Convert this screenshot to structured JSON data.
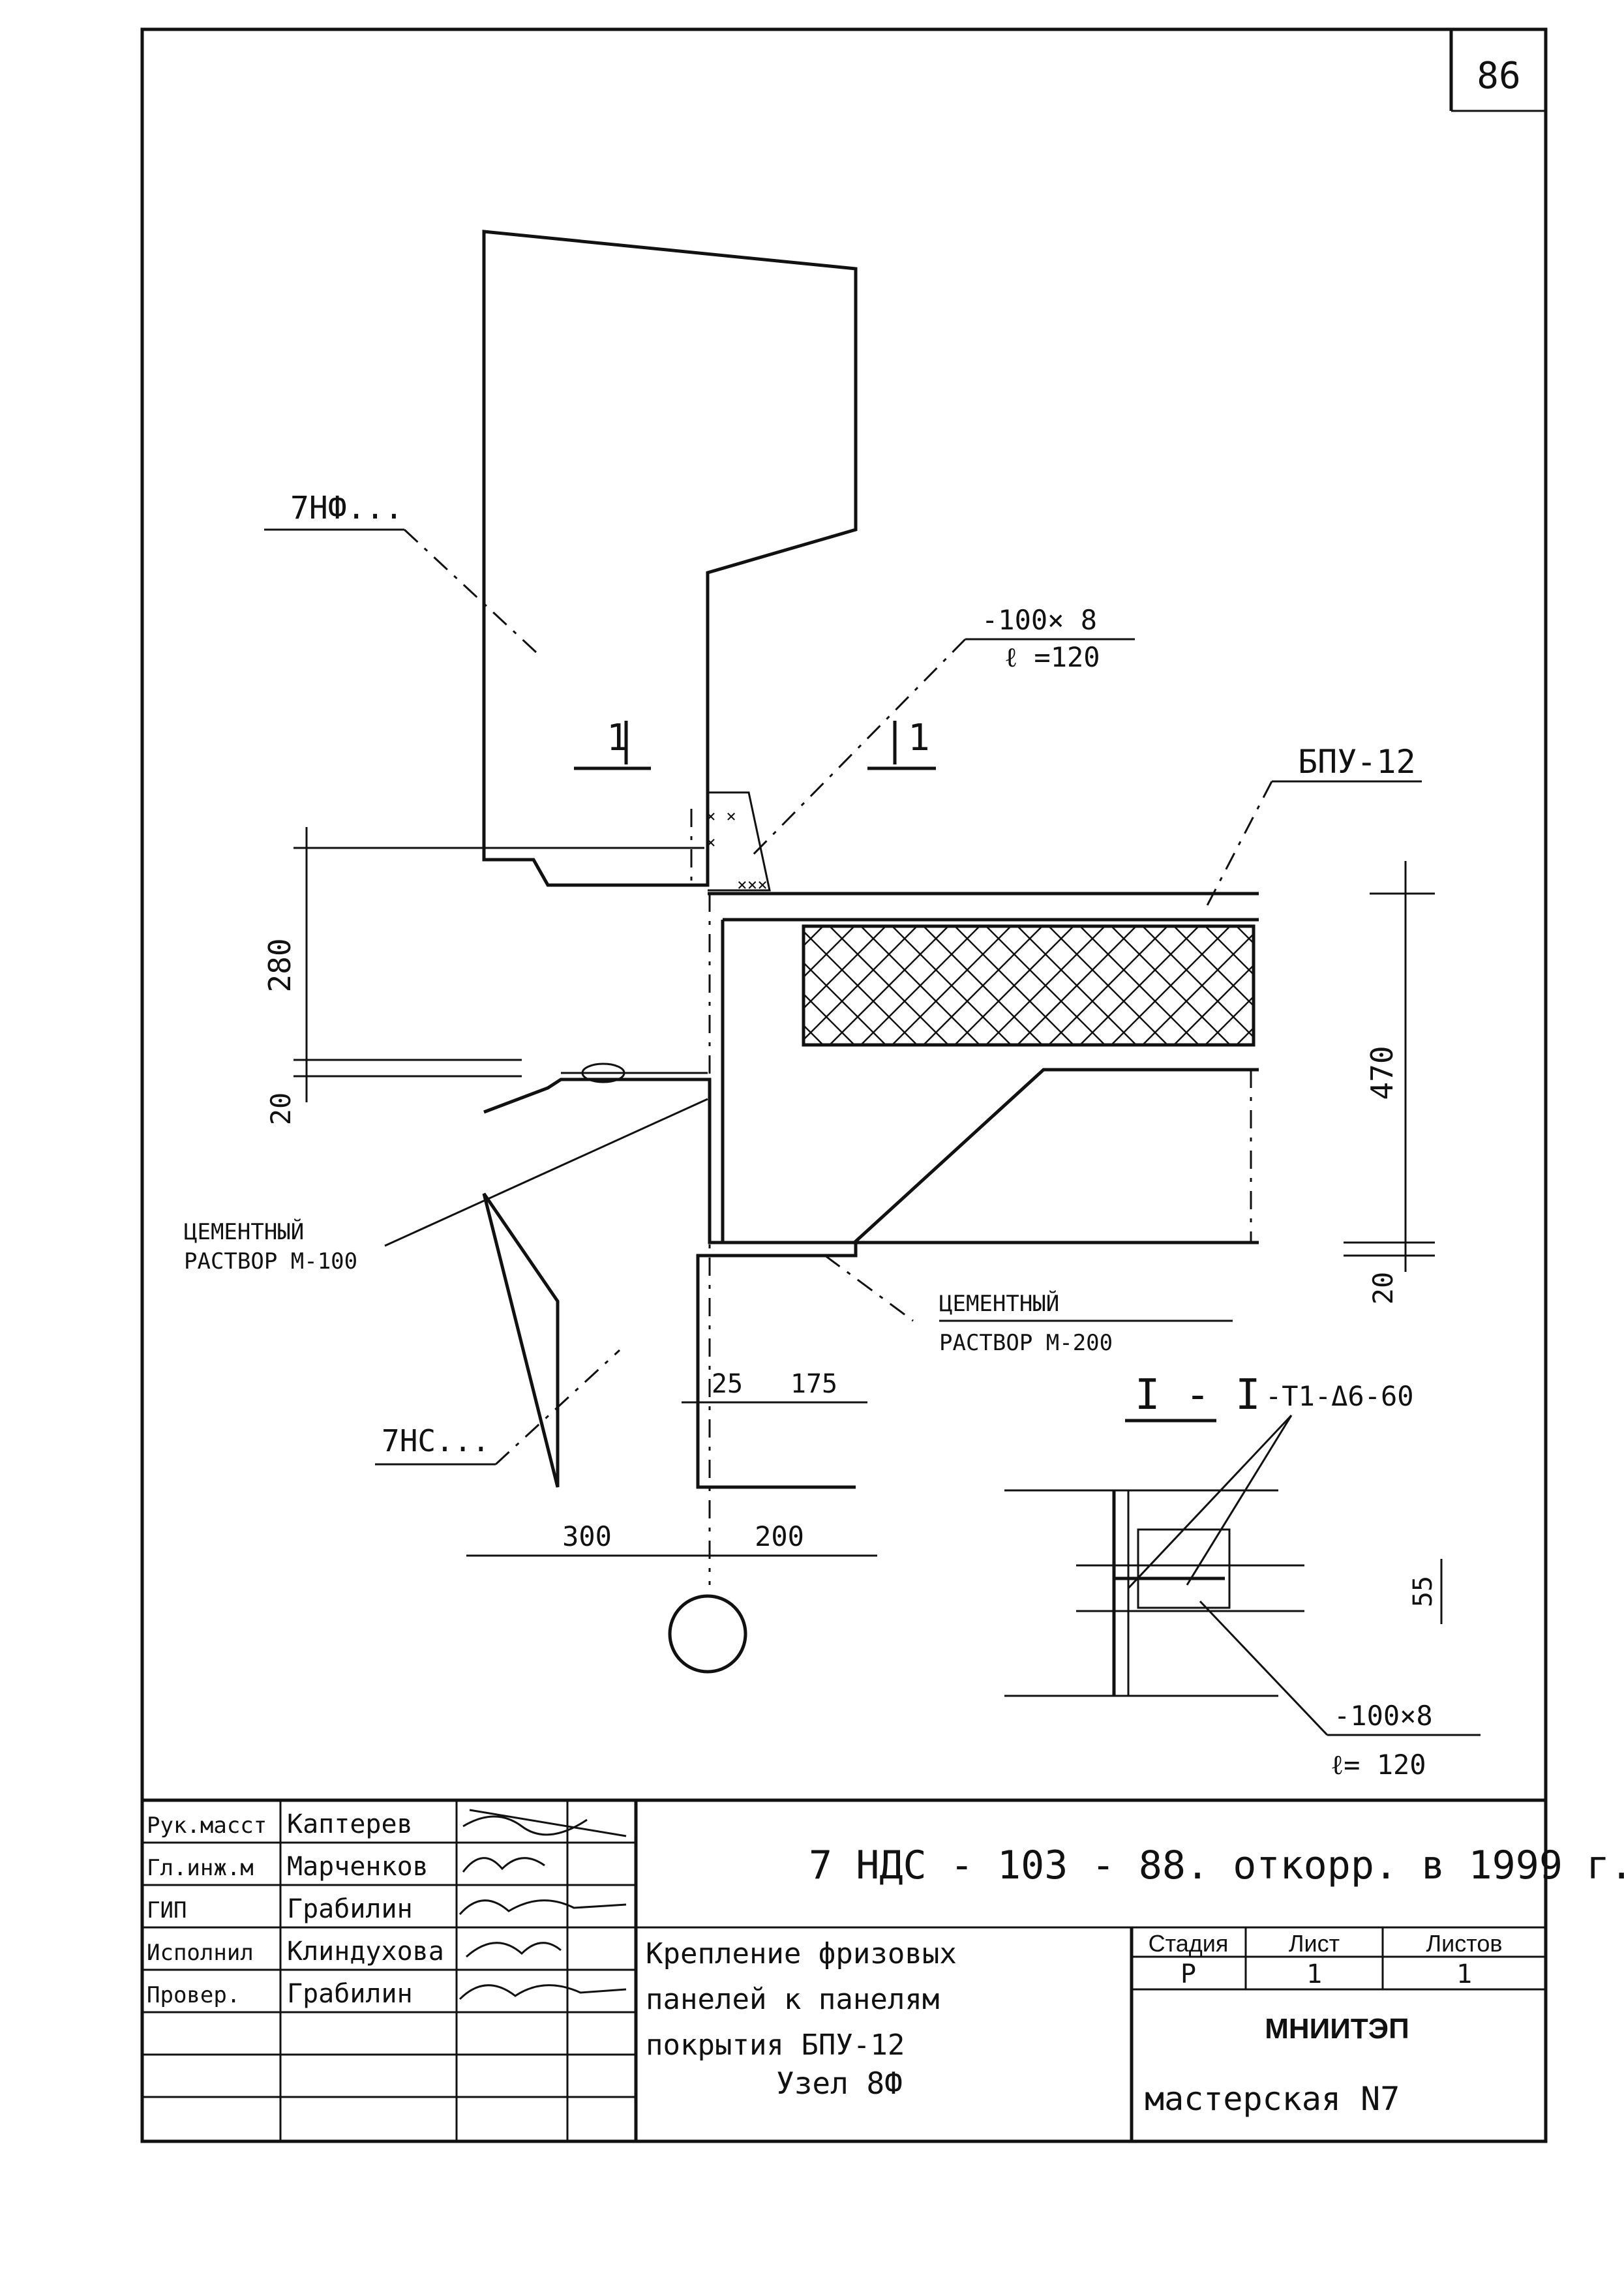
{
  "sheet_number": "86",
  "labels": {
    "frieze_panel": "7НФ...",
    "wall_panel": "7НС...",
    "plate_size": "-100× 8",
    "plate_length": "ℓ =120",
    "section_mark": "1",
    "roof_panel": "БПУ-12",
    "mortar_100_line1": "ЦЕМЕНТНЫЙ",
    "mortar_100_line2": "РАСТВОР  М-100",
    "mortar_200_line1": "ЦЕМЕНТНЫЙ",
    "mortar_200_line2": "РАСТВОР  М-200",
    "section_title": "I - I",
    "weld_spec": "-Т1-Δ6-60",
    "plate2_size": "-100×8",
    "plate2_length": "ℓ= 120"
  },
  "dimensions": {
    "d280": "280",
    "d20_left": "20",
    "d470": "470",
    "d20_right": "20",
    "d25": "25",
    "d175": "175",
    "d300": "300",
    "d200": "200",
    "d55": "55"
  },
  "title_block": {
    "roles": [
      "Рук.масст",
      "Гл.инж.м",
      "ГИП",
      "Исполнил",
      "Провер."
    ],
    "names": [
      "Каптерев",
      "Марченков",
      "Грабилин",
      "Клиндухова",
      "Грабилин"
    ],
    "doc_code": "7 НДС - 103 - 88. откорр. в 1999 г.",
    "title_lines": [
      "Крепление  фризовых",
      "панелей  к  панелям",
      "покрытия   БПУ-12",
      "Узел  8Ф"
    ],
    "stage_header": "Стадия",
    "sheet_header": "Лист",
    "sheets_header": "Листов",
    "stage": "Р",
    "sheet": "1",
    "sheets": "1",
    "org": "МНИИТЭП",
    "workshop": "мастерская  N7"
  }
}
